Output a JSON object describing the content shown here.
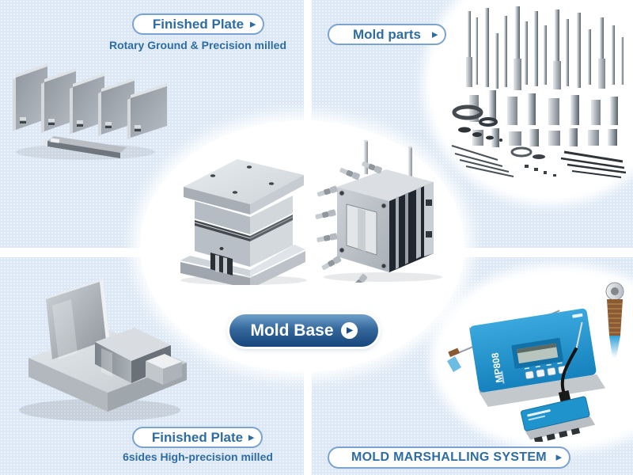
{
  "quadrants": {
    "top_left": {
      "button_label": "Finished Plate",
      "arrow": "▶",
      "subtitle": "Rotary Ground & Precision milled",
      "image": "finished-plates-photo"
    },
    "top_right": {
      "button_label": "Mold parts",
      "arrow": "▶",
      "image": "mold-parts-photo"
    },
    "bottom_left": {
      "button_label": "Finished Plate",
      "arrow": "▶",
      "subtitle": "6sides High-precision milled",
      "image": "milled-blocks-photo"
    },
    "bottom_right": {
      "button_label": "MOLD MARSHALLING SYSTEM",
      "arrow": "▶",
      "device_label": "MP808",
      "image": "marshalling-system-photo"
    }
  },
  "center": {
    "button_label": "Mold Base",
    "arrow": "▶",
    "images": [
      "mold-base-left-photo",
      "mold-base-right-photo"
    ]
  },
  "colors": {
    "quadrant_bg": "#dce8f5",
    "accent_text": "#2e6da4",
    "pill_border": "#7aa3cf",
    "center_button_top": "#6fa0cb",
    "center_button_bottom": "#16457b",
    "device_blue": "#1f93cc"
  }
}
